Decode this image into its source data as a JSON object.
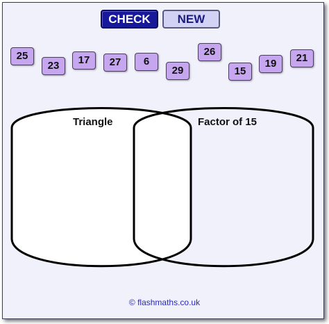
{
  "buttons": {
    "check_label": "CHECK",
    "new_label": "NEW"
  },
  "tiles": [
    "25",
    "23",
    "17",
    "27",
    "6",
    "29",
    "26",
    "15",
    "19",
    "21"
  ],
  "sets": {
    "left_label": "Triangle",
    "right_label": "Factor of 15"
  },
  "footer": "© flashmaths.co.uk",
  "colors": {
    "panel_bg": "#f1f1fb",
    "check_bg": "#18189a",
    "new_bg": "#d2d2f4",
    "tile_bg": "#c7a6f0",
    "footer_text": "#2a2ab8"
  }
}
